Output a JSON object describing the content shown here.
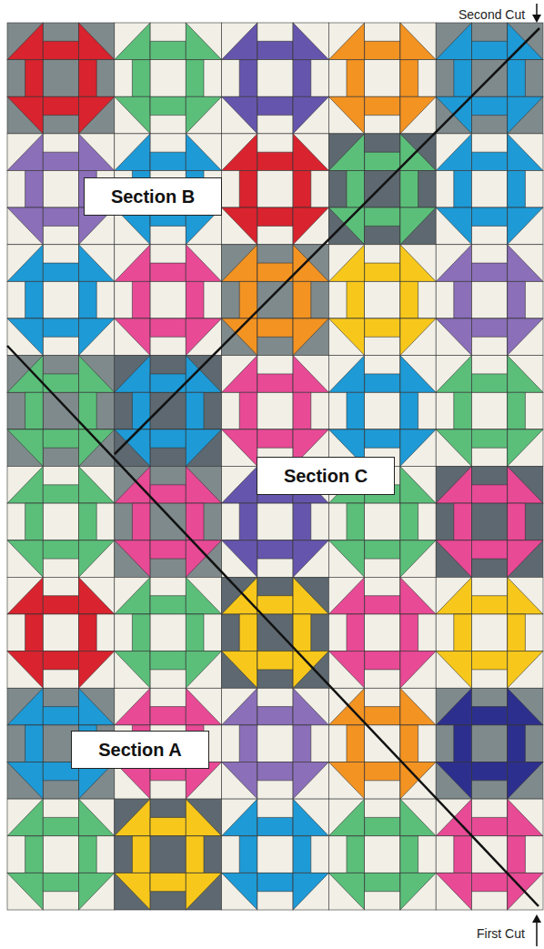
{
  "diagram": {
    "nodes": [
      {
        "text": [
          "Section B"
        ]
      },
      {
        "text": [
          "Section C"
        ]
      },
      {
        "text": [
          "Section A"
        ]
      }
    ],
    "labels": [
      "Second Cut",
      "First Cut"
    ]
  }
}
